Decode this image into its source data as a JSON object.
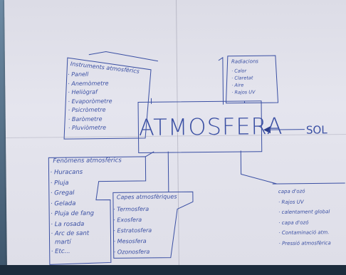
{
  "center": {
    "title": "ATMOSFERA"
  },
  "sun": {
    "label": "SOL"
  },
  "instruments": {
    "title": "Instruments atmosfèrics",
    "items": [
      "· Panell",
      "· Anemòmetre",
      "· Heliògraf",
      "· Evaporòmetre",
      "· Psicròmetre",
      "· Baròmetre",
      "· Pluviòmetre"
    ]
  },
  "radiation": {
    "title": "Radiacions",
    "items": [
      "· Calor",
      "· Claretat",
      "· Aire",
      "· Rajos UV"
    ]
  },
  "phenomena": {
    "title": "Fenòmens atmosfèrics",
    "items": [
      "· Huracans",
      "· Pluja",
      "· Gregal",
      "· Gelada",
      "· Pluja de fang",
      "· La rosada",
      "· Arc de sant",
      "  martí",
      "· Etc..."
    ]
  },
  "layers": {
    "title": "Capes atmosfèriques",
    "items": [
      "· Termosfera",
      "· Exosfera",
      "· Estratosfera",
      "· Mesosfera",
      "· Ozonosfera"
    ]
  },
  "ozone": {
    "items": [
      "capa d'ozó",
      "· Rajos UV",
      "· calentament global",
      "· capa d'ozó",
      "· Contaminació atm.",
      "· Pressió atmosfèrica"
    ]
  }
}
